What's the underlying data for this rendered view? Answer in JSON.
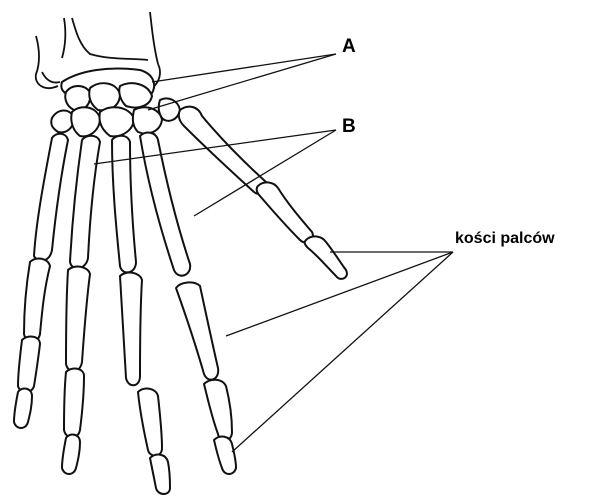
{
  "labels": {
    "a": "A",
    "b": "B",
    "phalanges": "kości palców"
  }
}
